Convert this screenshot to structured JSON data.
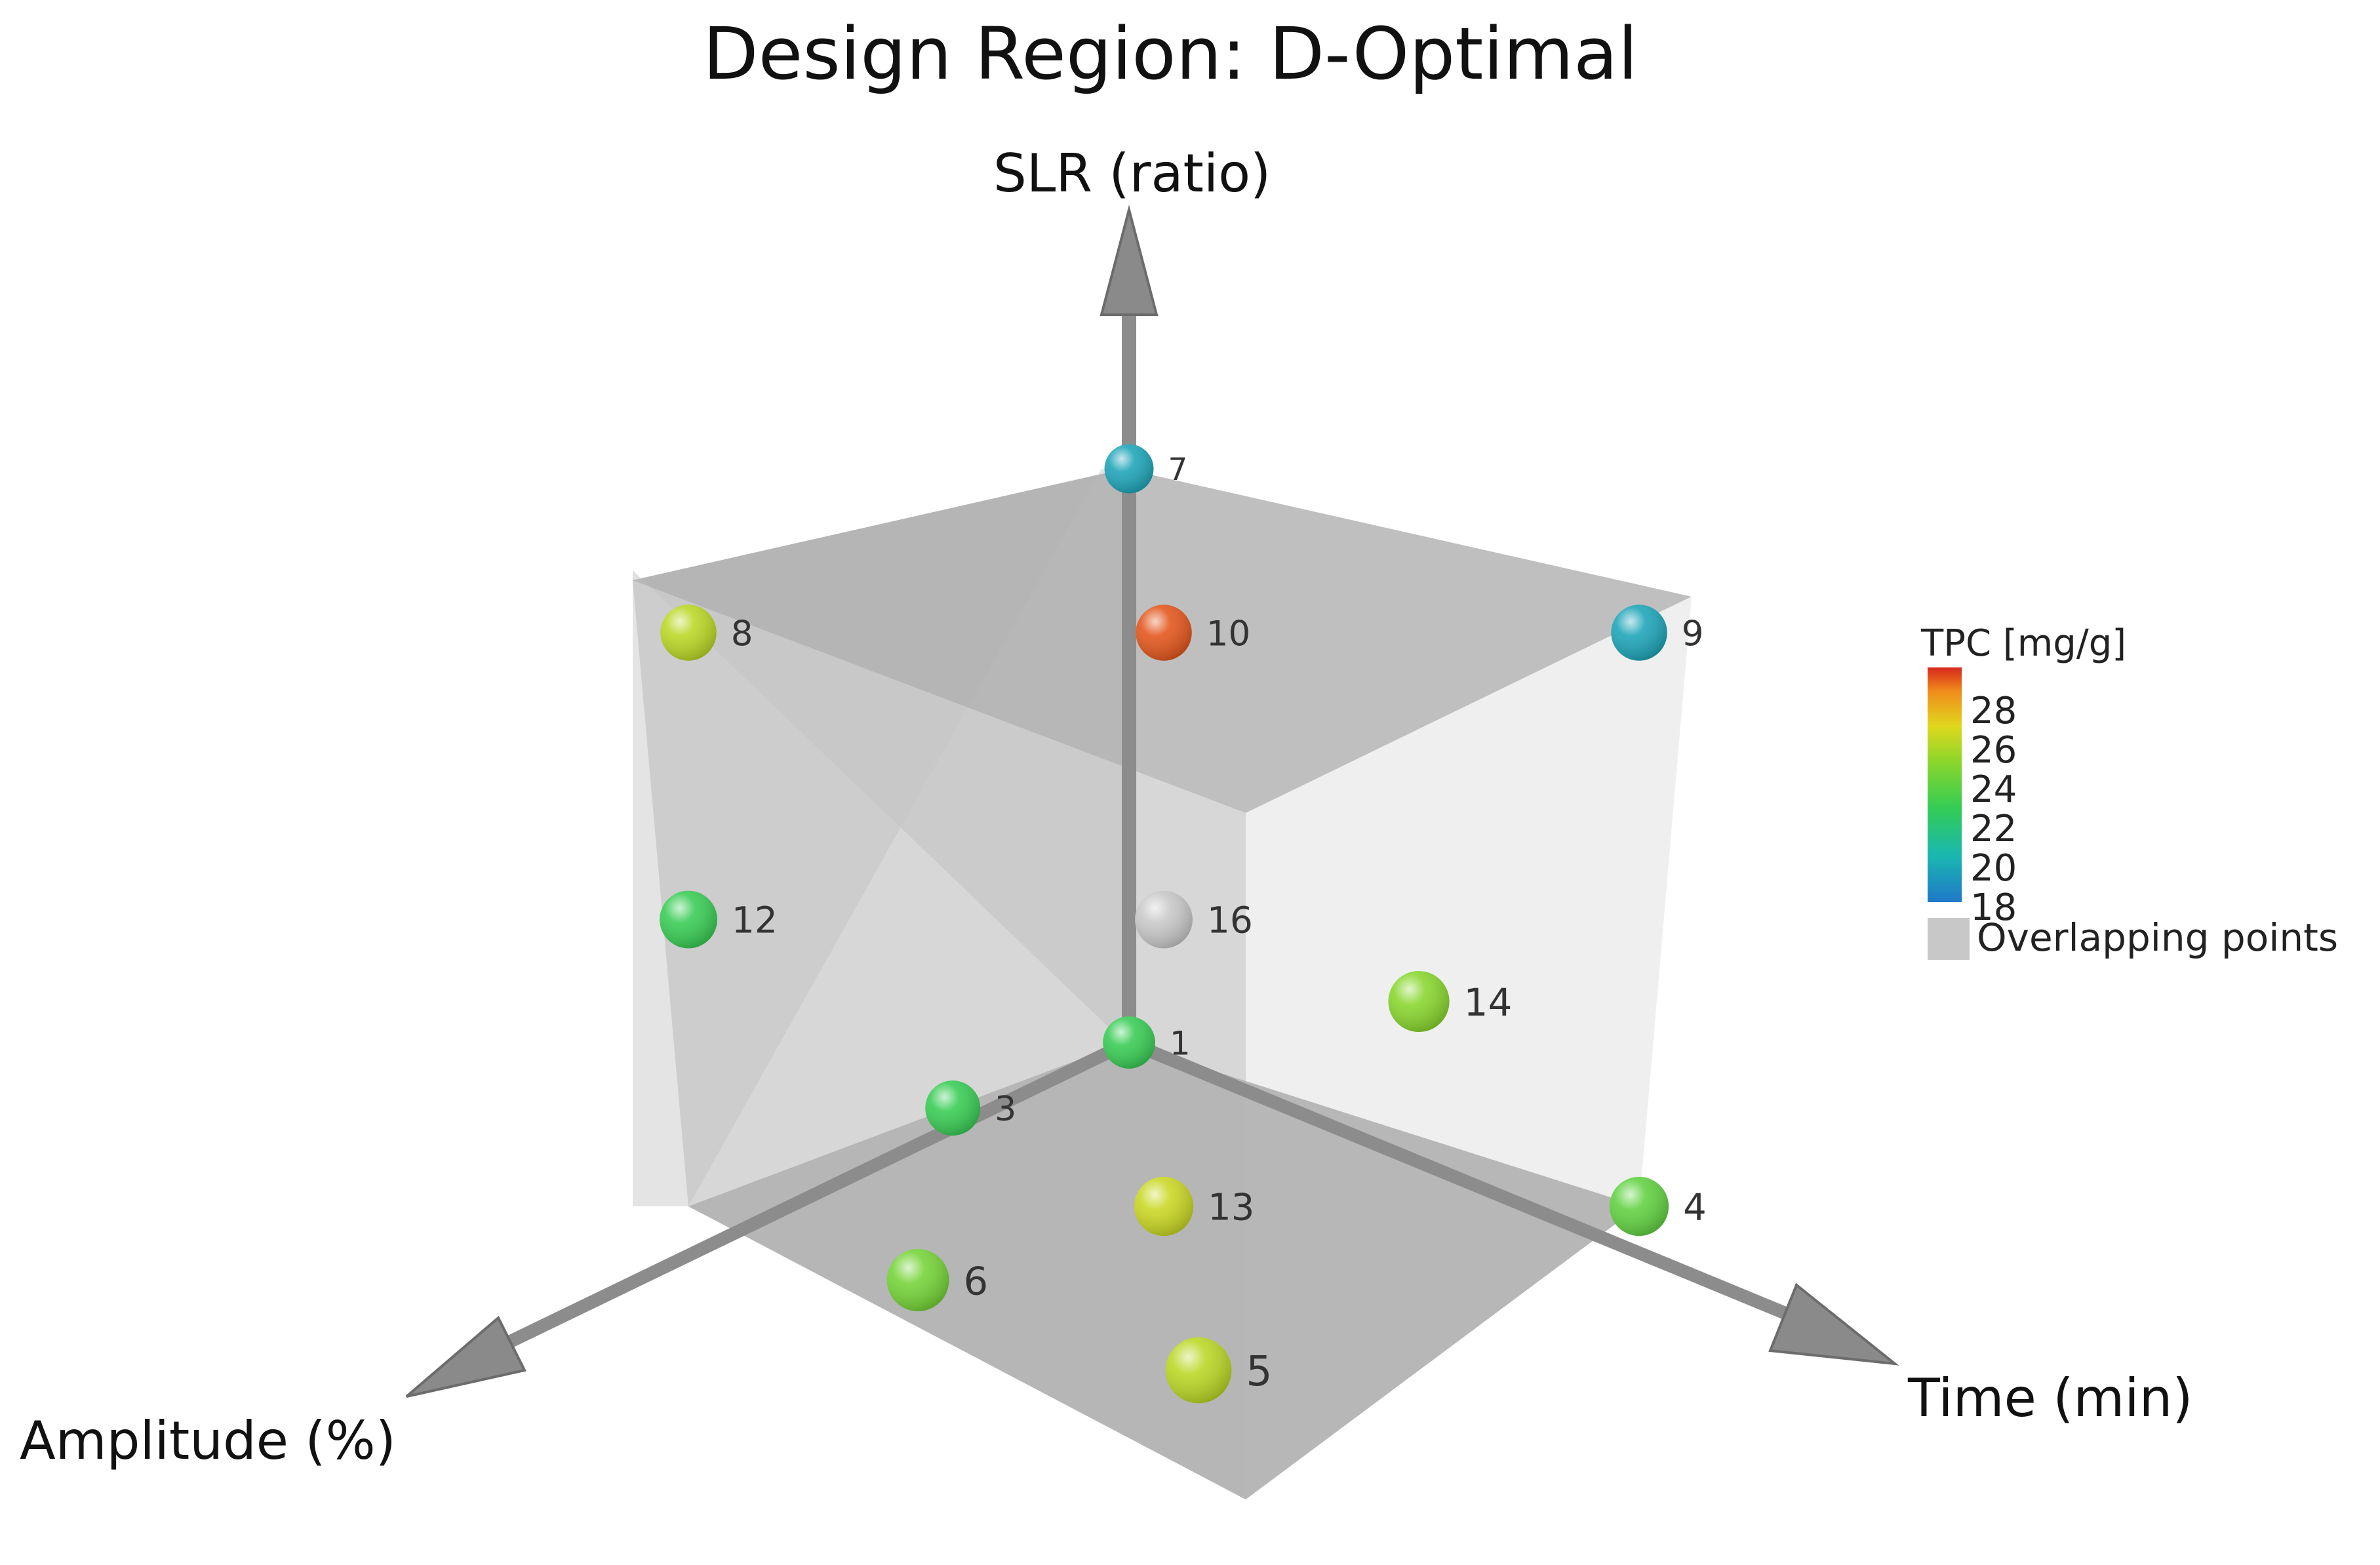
{
  "chart_data": {
    "type": "scatter",
    "title": "Design Region: D-Optimal",
    "axes": {
      "x": "Time (min)",
      "y": "Amplitude (%)",
      "z": "SLR (ratio)"
    },
    "color_scale": {
      "title": "TPC [mg/g]",
      "ticks": [
        "28",
        "26",
        "24",
        "22",
        "20",
        "18"
      ],
      "min": 18,
      "max": 29,
      "overlap_label": "Overlapping points",
      "overlap_color": "#c8c8c8"
    },
    "points": [
      {
        "label": "1",
        "time": 0,
        "amplitude": 0,
        "slr": 0,
        "tpc": 22.5
      },
      {
        "label": "3",
        "time": 0,
        "amplitude": 0.4,
        "slr": 0,
        "tpc": 22.5
      },
      {
        "label": "4",
        "time": 1,
        "amplitude": 0,
        "slr": 0,
        "tpc": 23.5
      },
      {
        "label": "5",
        "time": 1,
        "amplitude": 1,
        "slr": 0,
        "tpc": 25.5
      },
      {
        "label": "6",
        "time": 0.45,
        "amplitude": 1,
        "slr": 0,
        "tpc": 24
      },
      {
        "label": "7",
        "time": 0,
        "amplitude": 0,
        "slr": 1,
        "tpc": 19.5
      },
      {
        "label": "8",
        "time": 0,
        "amplitude": 1,
        "slr": 1,
        "tpc": 25.5
      },
      {
        "label": "9",
        "time": 1,
        "amplitude": 0,
        "slr": 1,
        "tpc": 19.5
      },
      {
        "label": "10",
        "time": 0.5,
        "amplitude": 0.5,
        "slr": 1,
        "tpc": 28.5
      },
      {
        "label": "12",
        "time": 0,
        "amplitude": 1,
        "slr": 0.5,
        "tpc": 22.5
      },
      {
        "label": "13",
        "time": 0.5,
        "amplitude": 0.5,
        "slr": 0,
        "tpc": 25.8
      },
      {
        "label": "14",
        "time": 1,
        "amplitude": 0.5,
        "slr": 0.5,
        "tpc": 24.5
      },
      {
        "label": "16",
        "time": 0.5,
        "amplitude": 0.5,
        "slr": 0.5,
        "tpc": null,
        "overlapping": true
      }
    ]
  }
}
